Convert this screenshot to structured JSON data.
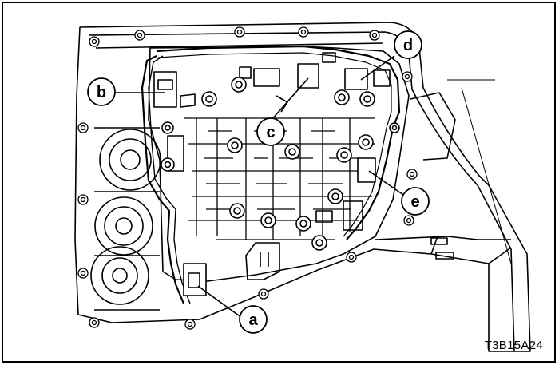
{
  "figure_id": "T3B15A24",
  "callouts": [
    {
      "key": "a",
      "label": "a"
    },
    {
      "key": "b",
      "label": "b"
    },
    {
      "key": "c",
      "label": "c"
    },
    {
      "key": "d",
      "label": "d"
    },
    {
      "key": "e",
      "label": "e"
    }
  ],
  "colors": {
    "line": "#000000",
    "background": "#ffffff",
    "fill": "#e6e6e6"
  }
}
